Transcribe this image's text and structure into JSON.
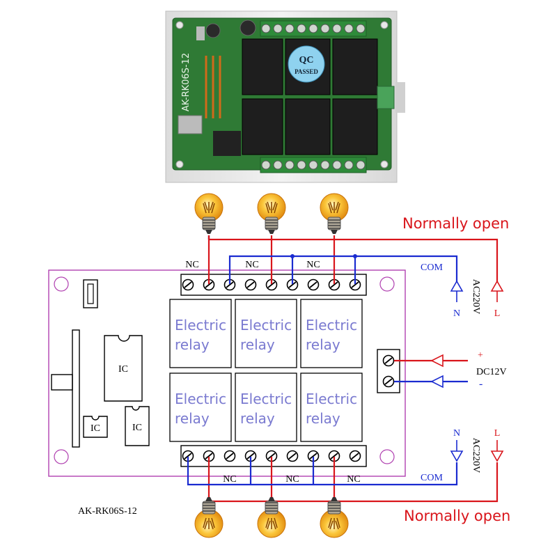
{
  "photo": {
    "board_text": "AK-RK06S-12",
    "sticker_line1": "QC",
    "sticker_line2": "PASSED",
    "colors": {
      "board": "#2f7a35",
      "relay": "#1e1e1e",
      "terminal": "#2e8b3a",
      "case": "#ececec"
    }
  },
  "diagram": {
    "model": "AK-RK06S-12",
    "nc_label": "NC",
    "com_label": "COM",
    "n_label": "N",
    "l_label": "L",
    "ac_label": "AC220V",
    "dc_label": "DC12V",
    "plus_label": "+",
    "minus_label": "-",
    "normally_open": "Normally open",
    "ic_label": "IC",
    "relays": [
      {
        "line1": "Electric",
        "line2": "relay"
      },
      {
        "line1": "Electric",
        "line2": "relay"
      },
      {
        "line1": "Electric",
        "line2": "relay"
      },
      {
        "line1": "Electric",
        "line2": "relay"
      },
      {
        "line1": "Electric",
        "line2": "relay"
      },
      {
        "line1": "Electric",
        "line2": "relay"
      }
    ],
    "colors": {
      "border": "#b040b0",
      "live": "#d9151b",
      "neutral": "#1a2bd0",
      "bulb": "#f6a81f",
      "relay_text": "#7a7ad0"
    }
  }
}
